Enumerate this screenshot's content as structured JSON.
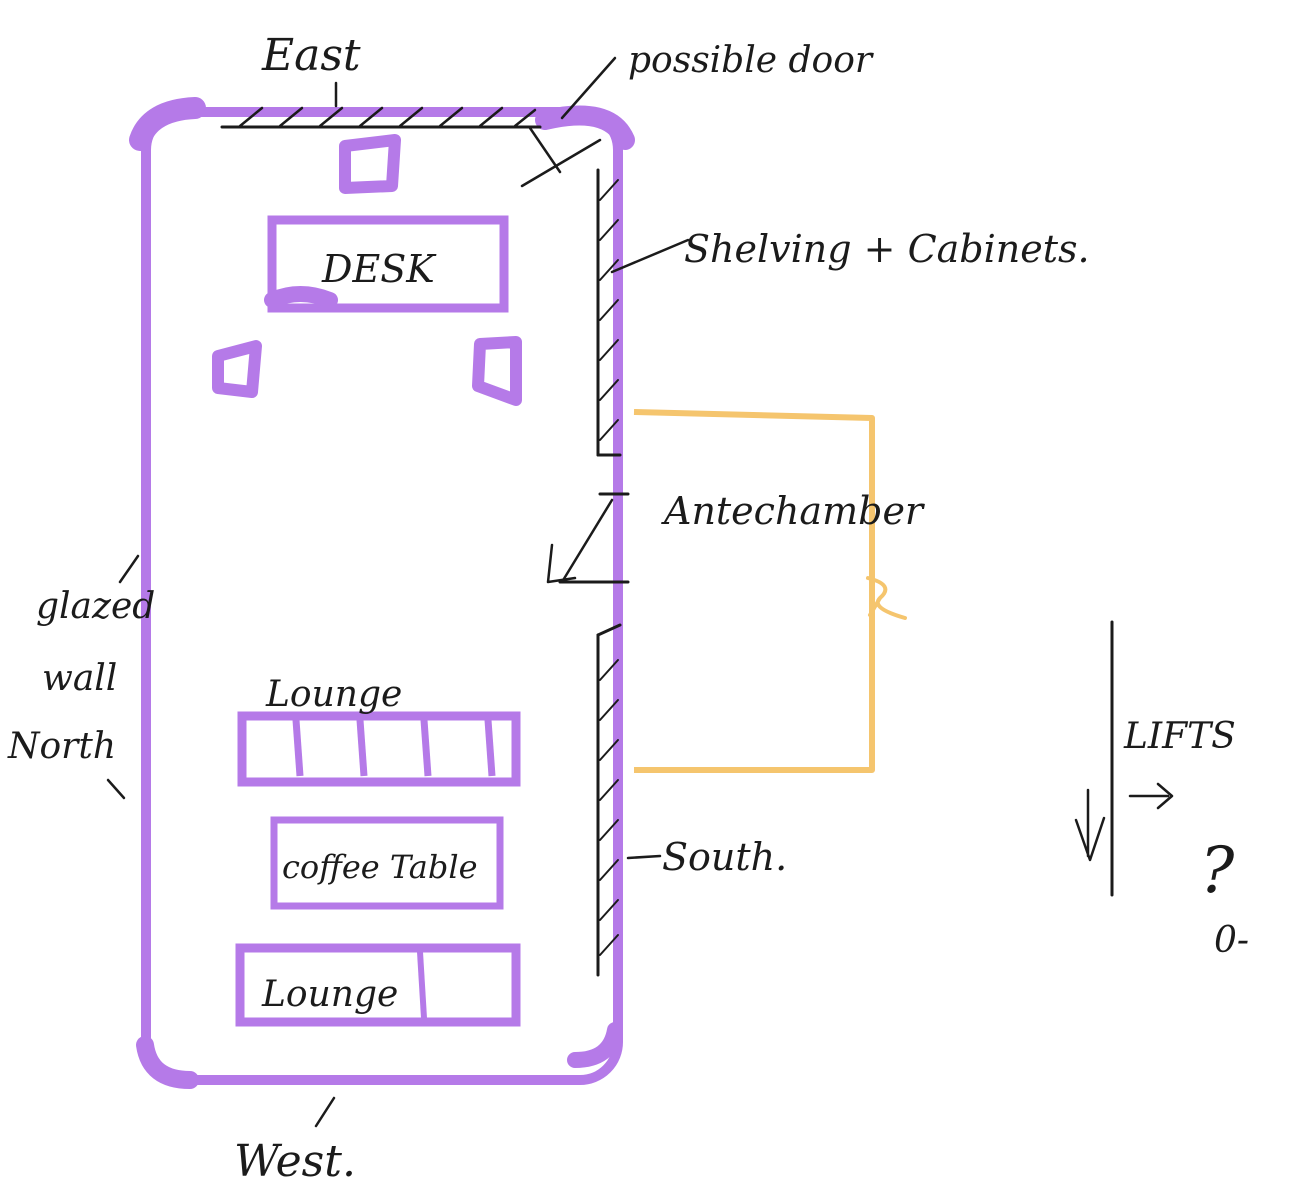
{
  "labels": {
    "east": "East",
    "possible_door": "possible door",
    "desk": "DESK",
    "shelving": "Shelving + Cabinets.",
    "antechamber": "Antechamber",
    "glazed_wall": "glazed",
    "wall": "wall",
    "north": "North",
    "lounge_top": "Lounge",
    "coffee_table": "coffee Table",
    "lounge_bottom": "Lounge",
    "south": "South.",
    "west": "West.",
    "lifts": "LIFTS",
    "question": "?",
    "zero": "0-"
  },
  "colors": {
    "room_outline": "#b57ae8",
    "furniture": "#b57ae8",
    "antechamber_outline": "#f5c56e",
    "ink": "#1b1b1b",
    "background": "#ffffff"
  }
}
